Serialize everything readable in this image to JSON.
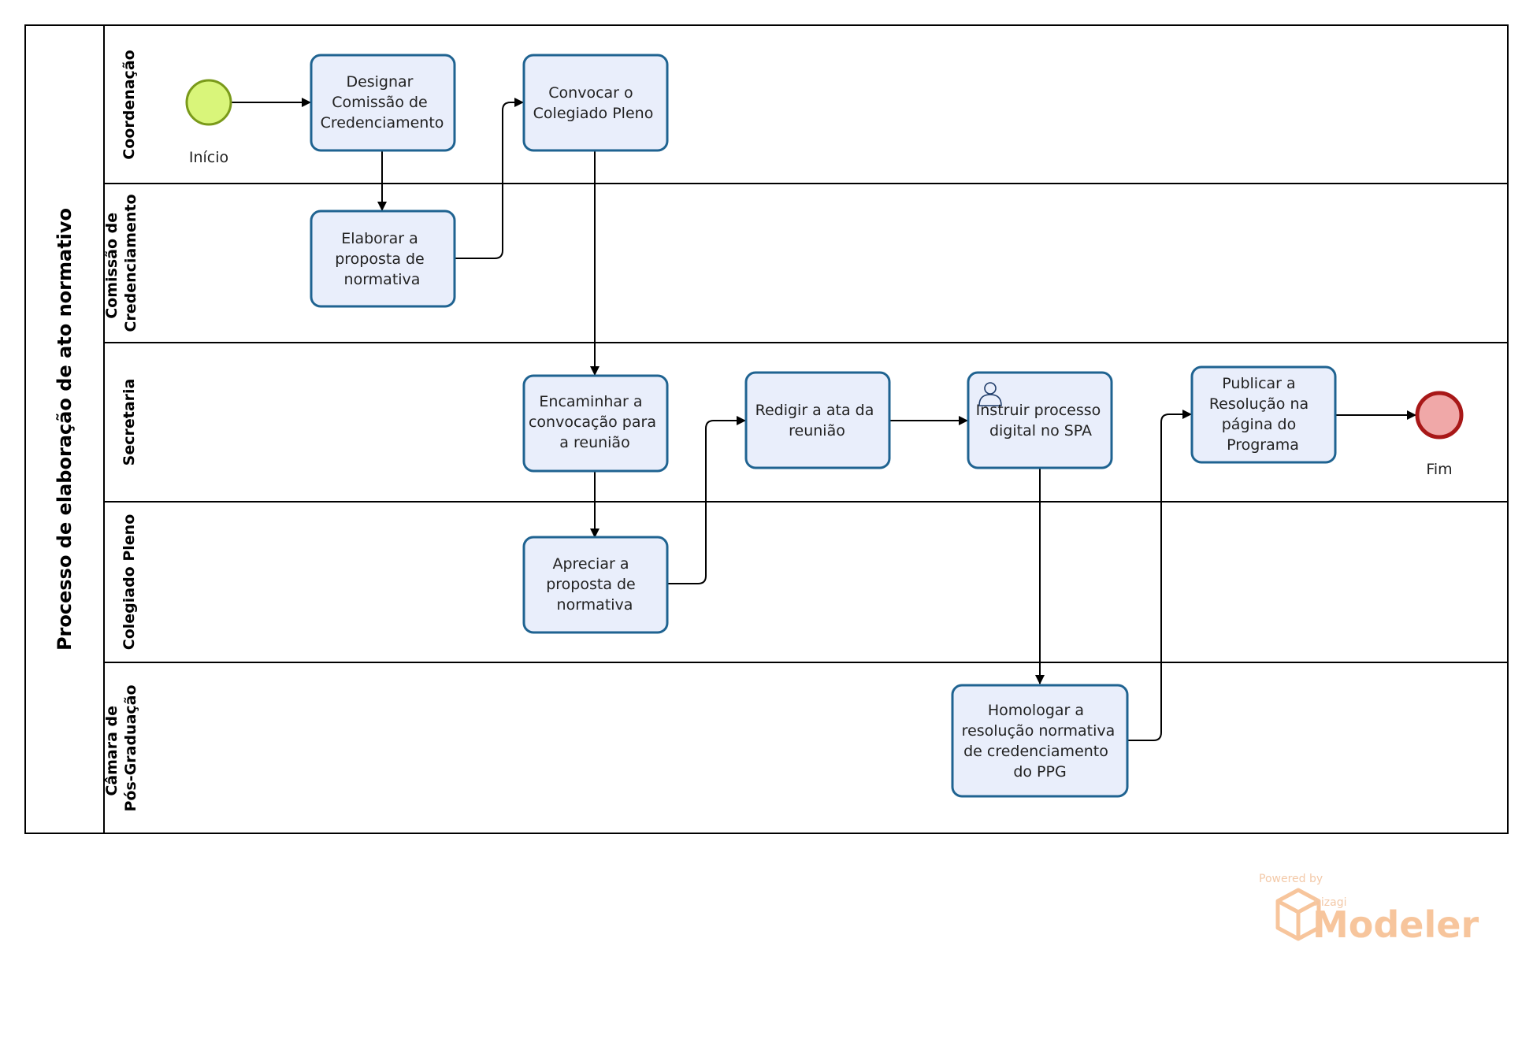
{
  "pool": {
    "title": "Processo de elaboração de ato normativo"
  },
  "lanes": [
    {
      "id": "coordenacao",
      "lines": [
        "Coordenação"
      ]
    },
    {
      "id": "comissao",
      "lines": [
        "Comissão de",
        "Credenciamento"
      ]
    },
    {
      "id": "secretaria",
      "lines": [
        "Secretaria"
      ]
    },
    {
      "id": "colegiado",
      "lines": [
        "Colegiado Pleno"
      ]
    },
    {
      "id": "camara",
      "lines": [
        "Câmara de",
        "Pós-Graduação"
      ]
    }
  ],
  "events": {
    "start": {
      "label": "Início",
      "color": "#d9f57a",
      "stroke": "#7a9a1a"
    },
    "end": {
      "label": "Fim",
      "color": "#f0a8a8",
      "stroke": "#a81818"
    }
  },
  "tasks": {
    "designar": [
      "Designar",
      "Comissão de",
      "Credenciamento"
    ],
    "convocar": [
      "Convocar o",
      "Colegiado Pleno"
    ],
    "elaborar": [
      "Elaborar a",
      "proposta de",
      "normativa"
    ],
    "encaminhar": [
      "Encaminhar a",
      "convocação para",
      "a reunião"
    ],
    "redigir": [
      "Redigir a ata da",
      "reunião"
    ],
    "instruir": [
      "Instruir processo",
      "digital no SPA"
    ],
    "publicar": [
      "Publicar a",
      "Resolução na",
      "página do",
      "Programa"
    ],
    "apreciar": [
      "Apreciar a",
      "proposta de",
      "normativa"
    ],
    "homologar": [
      "Homologar a",
      "resolução normativa",
      "de credenciamento",
      "do PPG"
    ]
  },
  "colors": {
    "task_fill": "#e9eefb",
    "task_stroke": "#1f6391",
    "line": "#000000"
  },
  "watermark": {
    "powered": "Powered by",
    "brand": "bizagi",
    "product": "Modeler"
  }
}
